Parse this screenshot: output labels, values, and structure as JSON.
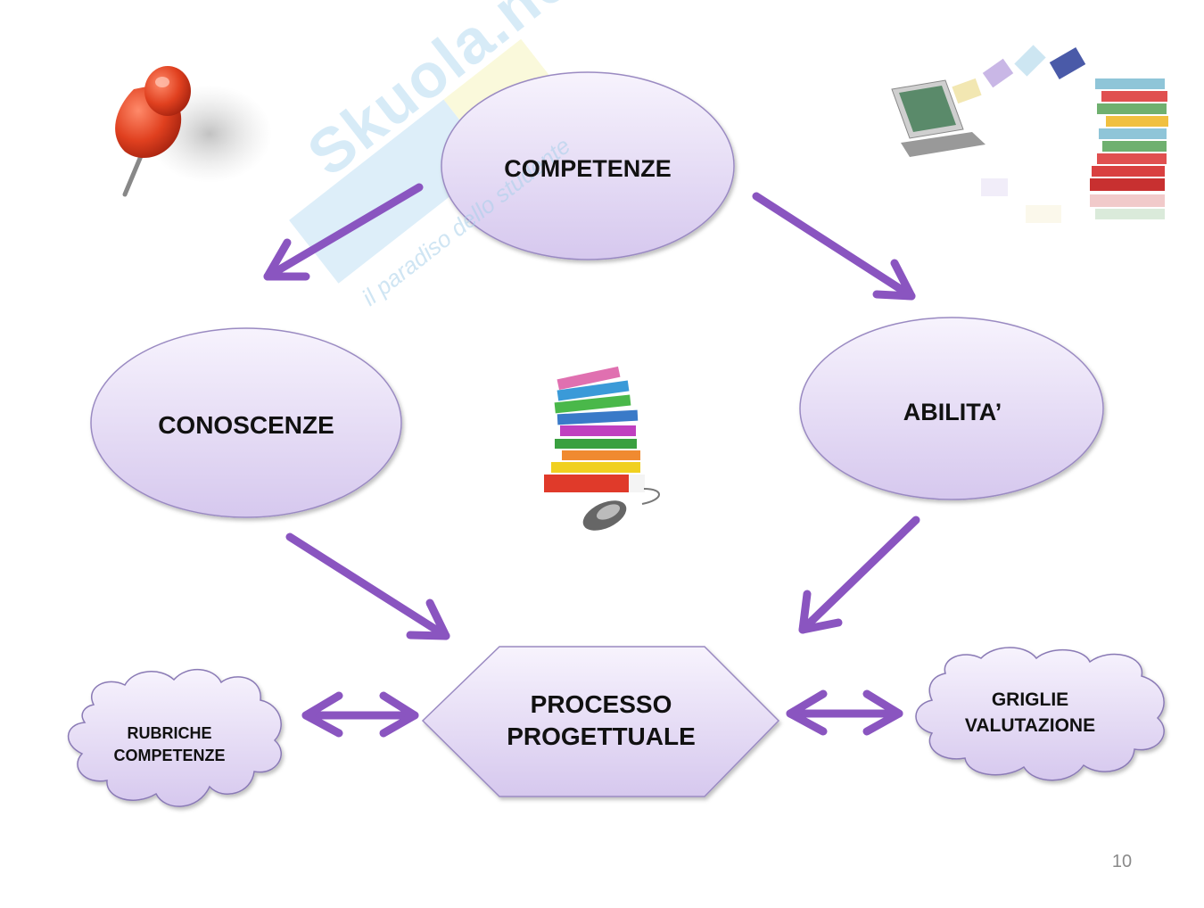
{
  "slide": {
    "page_number": "10",
    "colors": {
      "arrow": "#8a55c0",
      "node_fill_top": "#f6f2fc",
      "node_fill_bottom": "#d9ccef",
      "node_stroke": "#9f8ec6",
      "text": "#111111"
    }
  },
  "watermark": {
    "brand": "Skuola.net",
    "tagline": "il paradiso dello studente"
  },
  "nodes": {
    "competenze": "COMPETENZE",
    "conoscenze": "CONOSCENZE",
    "abilita": "ABILITA’",
    "processo_line1": "PROCESSO",
    "processo_line2": "PROGETTUALE",
    "rubriche_line1": "RUBRICHE",
    "rubriche_line2": "COMPETENZE",
    "griglie_line1": "GRIGLIE",
    "griglie_line2": "VALUTAZIONE"
  },
  "images": {
    "pushpin": "red push pin",
    "laptop_books": "laptop with books flying out",
    "books_mouse": "stack of books with computer mouse"
  },
  "edges": [
    {
      "from": "COMPETENZE",
      "to": "CONOSCENZE",
      "type": "arrow"
    },
    {
      "from": "COMPETENZE",
      "to": "ABILITA’",
      "type": "arrow"
    },
    {
      "from": "CONOSCENZE",
      "to": "PROCESSO PROGETTUALE",
      "type": "arrow"
    },
    {
      "from": "ABILITA’",
      "to": "PROCESSO PROGETTUALE",
      "type": "arrow"
    },
    {
      "from": "PROCESSO PROGETTUALE",
      "to": "RUBRICHE COMPETENZE",
      "type": "double-arrow"
    },
    {
      "from": "PROCESSO PROGETTUALE",
      "to": "GRIGLIE VALUTAZIONE",
      "type": "double-arrow"
    }
  ]
}
